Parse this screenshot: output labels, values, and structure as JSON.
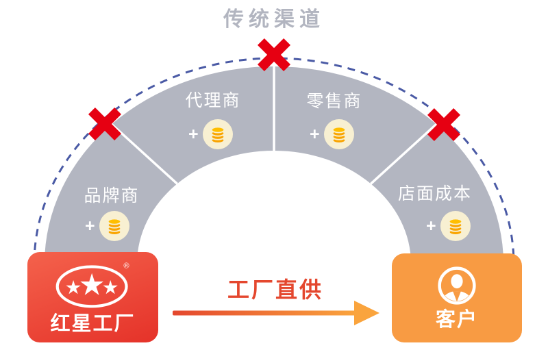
{
  "title": "传统渠道",
  "segments": [
    {
      "label": "品牌商",
      "plus": "+"
    },
    {
      "label": "代理商",
      "plus": "+"
    },
    {
      "label": "零售商",
      "plus": "+"
    },
    {
      "label": "店面成本",
      "plus": "+"
    }
  ],
  "factory": {
    "label": "红星工厂",
    "reg": "®",
    "logo": "three-star-ellipse-logo"
  },
  "customer": {
    "label": "客户",
    "icon": "person-in-circle"
  },
  "direct": {
    "label": "工厂直供"
  },
  "icons": {
    "cost": "coin-stack-icon",
    "blocked": "red-cross-icon"
  },
  "colors": {
    "ring_gray": "#b3b6c1",
    "dashed_arc_blue": "#4a5aa5",
    "cross_red": "#e60012",
    "coin_circle_bg": "#f8f0d2",
    "coin_orange": "#f9a400",
    "factory_gradient_start": "#f4624c",
    "factory_gradient_end": "#e53229",
    "customer_orange": "#f89b43",
    "direct_red": "#e4472e",
    "arrow_end_orange": "#faa43d",
    "title_gray": "#b2b5c0"
  }
}
